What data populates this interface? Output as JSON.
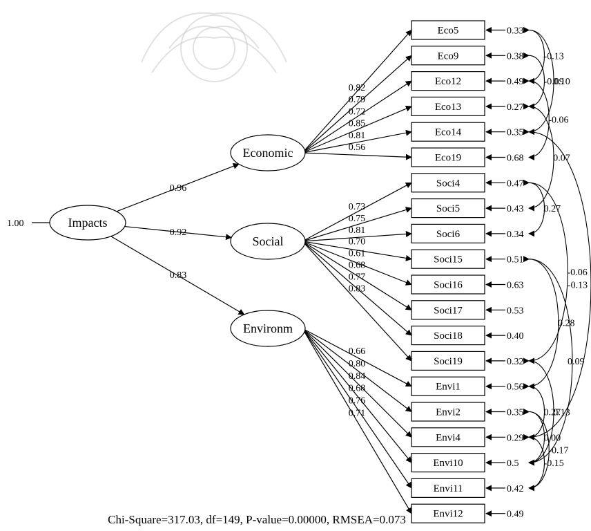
{
  "diagram": {
    "root": {
      "label": "Impacts",
      "variance": "1.00"
    },
    "factors": [
      {
        "id": "economic",
        "label": "Economic",
        "loading": "0.96"
      },
      {
        "id": "social",
        "label": "Social",
        "loading": "0.92"
      },
      {
        "id": "environm",
        "label": "Environm",
        "loading": "0.83"
      }
    ],
    "indicators": [
      {
        "label": "Eco5",
        "factor": "economic",
        "loading": "0.82",
        "error": "0.33"
      },
      {
        "label": "Eco9",
        "factor": "economic",
        "loading": "0.79",
        "error": "0.38"
      },
      {
        "label": "Eco12",
        "factor": "economic",
        "loading": "0.72",
        "error": "0.49"
      },
      {
        "label": "Eco13",
        "factor": "economic",
        "loading": "0.85",
        "error": "0.27"
      },
      {
        "label": "Eco14",
        "factor": "economic",
        "loading": "0.81",
        "error": "0.35"
      },
      {
        "label": "Eco19",
        "factor": "economic",
        "loading": "0.56",
        "error": "0.68"
      },
      {
        "label": "Soci4",
        "factor": "social",
        "loading": "0.73",
        "error": "0.47"
      },
      {
        "label": "Soci5",
        "factor": "social",
        "loading": "0.75",
        "error": "0.43"
      },
      {
        "label": "Soci6",
        "factor": "social",
        "loading": "0.81",
        "error": "0.34"
      },
      {
        "label": "Soci15",
        "factor": "social",
        "loading": "0.70",
        "error": "0.51"
      },
      {
        "label": "Soci16",
        "factor": "social",
        "loading": "0.61",
        "error": "0.63"
      },
      {
        "label": "Soci17",
        "factor": "social",
        "loading": "0.68",
        "error": "0.53"
      },
      {
        "label": "Soci18",
        "factor": "social",
        "loading": "0.77",
        "error": "0.40"
      },
      {
        "label": "Soci19",
        "factor": "social",
        "loading": "0.83",
        "error": "0.32"
      },
      {
        "label": "Envi1",
        "factor": "environm",
        "loading": "0.66",
        "error": "0.56"
      },
      {
        "label": "Envi2",
        "factor": "environm",
        "loading": "0.80",
        "error": "0.35"
      },
      {
        "label": "Envi4",
        "factor": "environm",
        "loading": "0.84",
        "error": "0.29"
      },
      {
        "label": "Envi10",
        "factor": "environm",
        "loading": "0.68",
        "error": "0.5"
      },
      {
        "label": "Envi11",
        "factor": "environm",
        "loading": "0.76",
        "error": "0.42"
      },
      {
        "label": "Envi12",
        "factor": "environm",
        "loading": "0.71",
        "error": "0.49"
      }
    ],
    "error_covariances": [
      {
        "from": "Eco5",
        "to": "Eco12",
        "value": "-0.13"
      },
      {
        "from": "Eco9",
        "to": "Eco13",
        "value": "-0.09"
      },
      {
        "from": "Eco5",
        "to": "Eco14",
        "value": "0.10"
      },
      {
        "from": "Eco12",
        "to": "Eco19",
        "value": "-0.06"
      },
      {
        "from": "Eco13",
        "to": "Soci5",
        "value": "0.07"
      },
      {
        "from": "Soci4",
        "to": "Soci6",
        "value": "0.27"
      },
      {
        "from": "Soci15",
        "to": "Envi1",
        "value": "0.28"
      },
      {
        "from": "Soci4",
        "to": "Soci19",
        "value": "-0.06"
      },
      {
        "from": "Eco14",
        "to": "Envi4",
        "value": "-0.13"
      },
      {
        "from": "Soci15",
        "to": "Envi10",
        "value": "0.09"
      },
      {
        "from": "Envi1",
        "to": "Envi4",
        "value": "0.27"
      },
      {
        "from": "Soci19",
        "to": "Envi10",
        "value": "0.13"
      },
      {
        "from": "Envi2",
        "to": "Envi10",
        "value": "0.00"
      },
      {
        "from": "Envi4",
        "to": "Envi11",
        "value": "-0.15"
      },
      {
        "from": "Envi2",
        "to": "Envi11",
        "value": "-0.17"
      }
    ],
    "fit_statistics": "Chi-Square=317.03, df=149, P-value=0.00000, RMSEA=0.073"
  }
}
